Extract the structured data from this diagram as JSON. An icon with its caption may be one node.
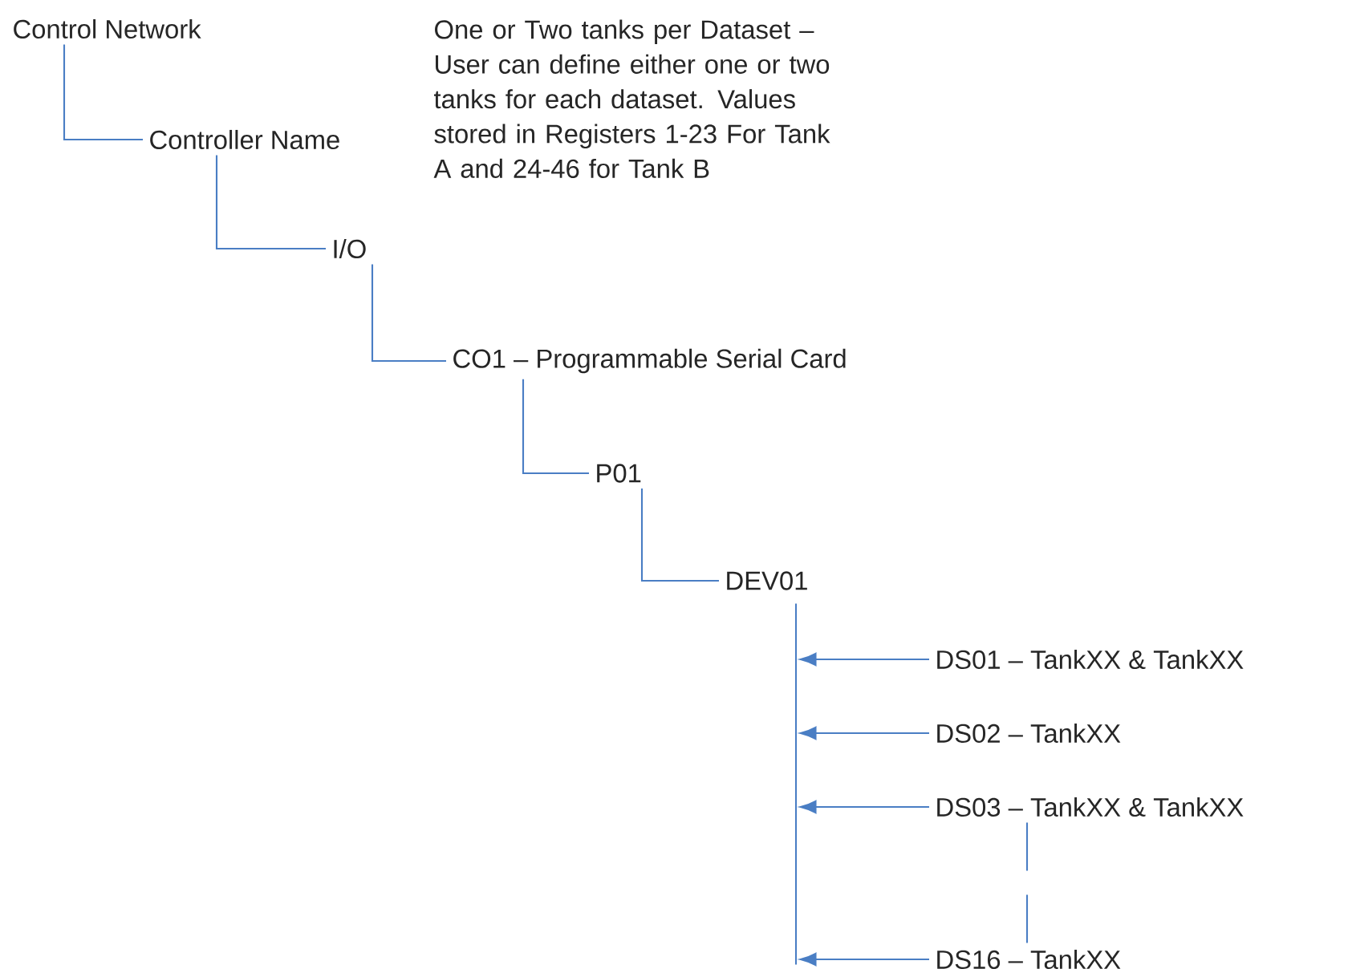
{
  "diagram": {
    "nodes": [
      {
        "text": [
          "Control Network"
        ]
      },
      {
        "text": [
          "Controller Name"
        ]
      },
      {
        "text": [
          "I/O"
        ]
      },
      {
        "text": [
          "CO1 – Programmable Serial Card"
        ]
      },
      {
        "text": [
          "P01"
        ]
      },
      {
        "text": [
          "DEV01"
        ]
      },
      {
        "text": [
          "DS01 – TankXX & TankXX"
        ]
      },
      {
        "text": [
          "DS02 – TankXX"
        ]
      },
      {
        "text": [
          "DS03 – TankXX & TankXX"
        ]
      },
      {
        "text": [
          "DS16 – TankXX"
        ]
      },
      {
        "text": [],
        "shape": "bar"
      }
    ],
    "edges": [
      {
        "from": 0,
        "to": 1,
        "arrow": "none"
      },
      {
        "from": 1,
        "to": 2,
        "arrow": "none"
      },
      {
        "from": 2,
        "to": 3,
        "arrow": "none"
      },
      {
        "from": 3,
        "to": 4,
        "arrow": "none"
      },
      {
        "from": 4,
        "to": 5,
        "arrow": "none"
      },
      {
        "from": 6,
        "to": 10,
        "arrow": "to"
      },
      {
        "from": 7,
        "to": 10,
        "arrow": "to"
      },
      {
        "from": 8,
        "to": 10,
        "arrow": "to"
      },
      {
        "from": 9,
        "to": 10,
        "arrow": "to"
      },
      {
        "from": 8,
        "to": 9,
        "arrow": "none",
        "style": "dashed"
      }
    ],
    "labels": [
      "One or Two tanks per Dataset – User can define either one or two tanks for each dataset. Values stored in Registers 1-23 For Tank A and 24-46 for Tank B"
    ]
  }
}
